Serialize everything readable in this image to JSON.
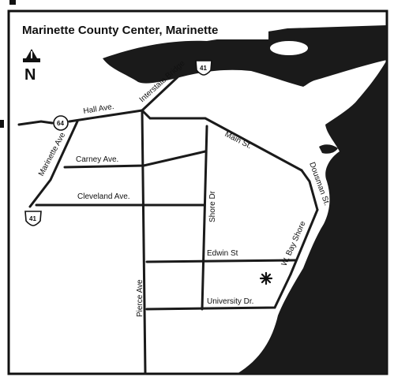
{
  "map": {
    "title": "Marinette County Center, Marinette",
    "north_label": "N",
    "streets": {
      "hall_ave": "Hall Ave.",
      "interstate_bridge": "Interstate Bridge",
      "marinette_ave": "Marinette Ave",
      "carney_ave": "Carney Ave.",
      "main_st": "Main St.",
      "dousman_st": "Dousman St.",
      "cleveland_ave": "Cleveland Ave.",
      "shore_dr": "Shore Dr",
      "edwin_st": "Edwin St",
      "w_bay_shore": "W. Bay Shore",
      "pierce_ave": "Pierce Ave",
      "university_dr": "University Dr."
    },
    "highway_shields": [
      {
        "id": "us-41-north",
        "label": "41",
        "type": "US"
      },
      {
        "id": "state-64",
        "label": "64",
        "type": "state"
      },
      {
        "id": "us-41-south",
        "label": "41",
        "type": "US"
      }
    ],
    "location_marker": {
      "icon": "asterisk-star-icon"
    },
    "colors": {
      "water": "#1a1a1a",
      "roads": "#1a1a1a",
      "background": "#ffffff"
    }
  }
}
